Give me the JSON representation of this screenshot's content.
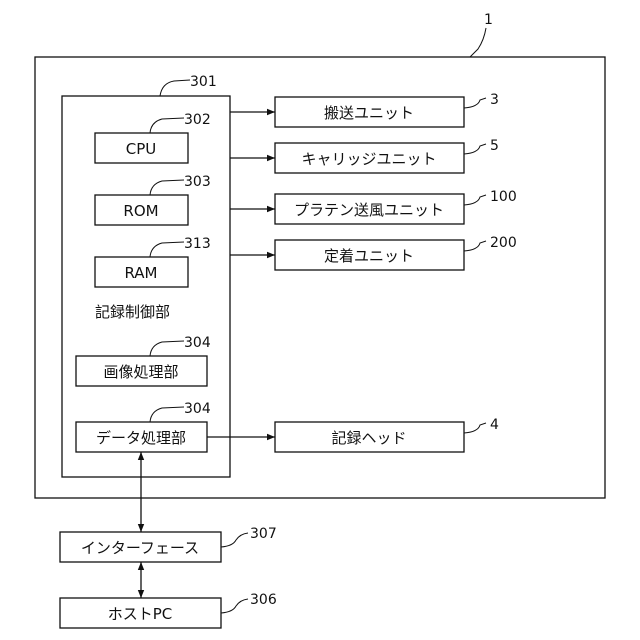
{
  "refs": {
    "device": "1",
    "control": "301",
    "cpu": "302",
    "rom": "303",
    "ram": "313",
    "image_proc": "304",
    "data_proc": "304",
    "transport": "3",
    "carriage": "5",
    "platen": "100",
    "fixing": "200",
    "head": "4",
    "interface": "307",
    "host": "306"
  },
  "labels": {
    "cpu": "CPU",
    "rom": "ROM",
    "ram": "RAM",
    "control": "記録制御部",
    "image_proc": "画像処理部",
    "data_proc": "データ処理部",
    "transport": "搬送ユニット",
    "carriage": "キャリッジユニット",
    "platen": "プラテン送風ユニット",
    "fixing": "定着ユニット",
    "head": "記録ヘッド",
    "interface": "インターフェース",
    "host": "ホストPC"
  }
}
